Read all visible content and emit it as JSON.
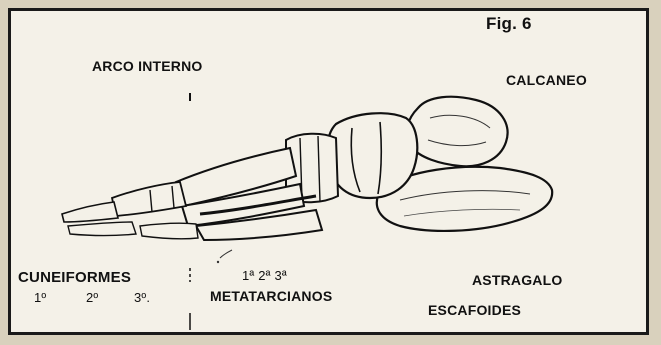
{
  "figure": {
    "label": "Fig. 6",
    "labels": {
      "arco_interno": "ARCO INTERNO",
      "calcaneo": "CALCANEO",
      "cuneiformes": "CUNEIFORMES",
      "cuneiforme_1": "1º",
      "cuneiforme_2": "2º",
      "cuneiforme_3": "3º.",
      "metatarsianos_ordinals": "1ª 2ª 3ª",
      "metatarsianos": "METATARCIANOS",
      "astragalo": "ASTRAGALO",
      "escafoides": "ESCAFOIDES"
    }
  },
  "colors": {
    "paper": "#f4f1e8",
    "frame": "#1a1a1a",
    "ink": "#111111",
    "background": "#d9d1bd"
  }
}
